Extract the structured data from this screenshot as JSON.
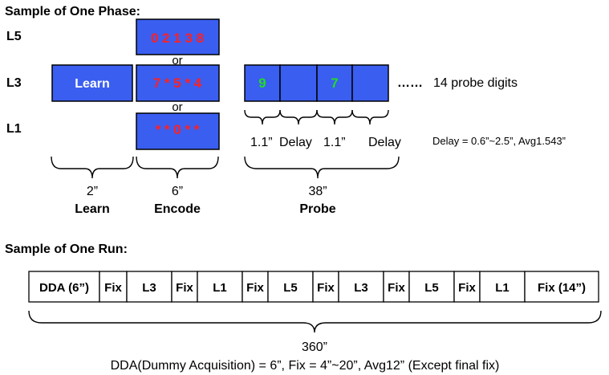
{
  "colors": {
    "box_fill": "#3a5ef0",
    "digit_red": "#ff2020",
    "digit_green": "#22dd22",
    "learn_text": "#ffffff"
  },
  "phase": {
    "title": "Sample of One Phase:",
    "levels": {
      "l5": "L5",
      "l3": "L3",
      "l1": "L1"
    },
    "learn_box": "Learn",
    "encode": {
      "l5": "0 2 1 3 8",
      "l3": "7 * 5 * 4",
      "l1": "* * 0 * *",
      "or_1": "or",
      "or_2": "or"
    },
    "probe": {
      "digit_1": "9",
      "digit_2": "7",
      "more_dots": "……",
      "more_text": "14 probe digits",
      "timing_1": "1.1”",
      "delay_1": "Delay",
      "timing_2": "1.1”",
      "delay_2": "Delay",
      "delay_note": "Delay = 0.6”~2.5”, Avg1.543”"
    },
    "durations": {
      "learn_time": "2”",
      "learn_label": "Learn",
      "encode_time": "6”",
      "encode_label": "Encode",
      "probe_time": "38”",
      "probe_label": "Probe"
    }
  },
  "run": {
    "title": "Sample of One Run:",
    "cells": [
      "DDA (6”)",
      "Fix",
      "L3",
      "Fix",
      "L1",
      "Fix",
      "L5",
      "Fix",
      "L3",
      "Fix",
      "L5",
      "Fix",
      "L1",
      "Fix (14”)"
    ],
    "total": "360”",
    "note": "DDA(Dummy Acquisition) = 6”, Fix = 4”~20”, Avg12” (Except final fix)"
  }
}
